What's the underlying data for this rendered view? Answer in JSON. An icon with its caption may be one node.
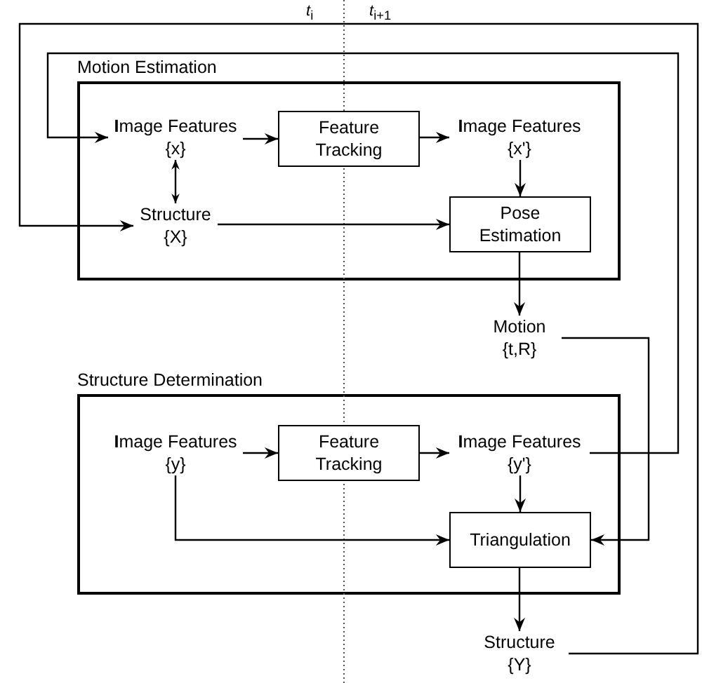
{
  "diagram": {
    "nodes": [
      {
        "text": [
          "Motion Estimation"
        ]
      },
      {
        "text": [
          "**I**mage Features {x}"
        ],
        "in": 0
      },
      {
        "text": [
          "Feature Tracking"
        ],
        "in": 0
      },
      {
        "text": [
          "**I**mage Features {x'}"
        ],
        "in": 0
      },
      {
        "text": [
          "Structure {X}"
        ],
        "in": 0
      },
      {
        "text": [
          "Pose Estimation"
        ],
        "in": 0
      },
      {
        "text": [
          "Motion {t,R}"
        ]
      },
      {
        "text": [
          "Structure Determination"
        ]
      },
      {
        "text": [
          "**I**mage Features {y}"
        ],
        "in": 7
      },
      {
        "text": [
          "Feature Tracking"
        ],
        "in": 7
      },
      {
        "text": [
          "**I**mage Features {y'}"
        ],
        "in": 7
      },
      {
        "text": [
          "Triangulation"
        ],
        "in": 7
      },
      {
        "text": [
          "Structure {Y}"
        ]
      }
    ],
    "edges": [
      {
        "from": 1,
        "to": 2,
        "arrow": "to"
      },
      {
        "from": 2,
        "to": 3,
        "arrow": "to"
      },
      {
        "from": 1,
        "to": 4,
        "arrow": "both"
      },
      {
        "from": 4,
        "to": 5,
        "arrow": "to"
      },
      {
        "from": 3,
        "to": 5,
        "arrow": "to"
      },
      {
        "from": 5,
        "to": 6,
        "arrow": "to"
      },
      {
        "from": 8,
        "to": 9,
        "arrow": "to"
      },
      {
        "from": 9,
        "to": 10,
        "arrow": "to"
      },
      {
        "from": 10,
        "to": 11,
        "arrow": "to"
      },
      {
        "from": 8,
        "to": 11,
        "arrow": "to"
      },
      {
        "from": 11,
        "to": 12,
        "arrow": "to"
      },
      {
        "from": 6,
        "to": 11,
        "arrow": "to"
      },
      {
        "from": 10,
        "to": 1,
        "arrow": "to"
      },
      {
        "from": 12,
        "to": 4,
        "arrow": "to"
      }
    ],
    "labels": [
      "*t*$_{i}$",
      "*t*$_{i+1}$"
    ]
  }
}
